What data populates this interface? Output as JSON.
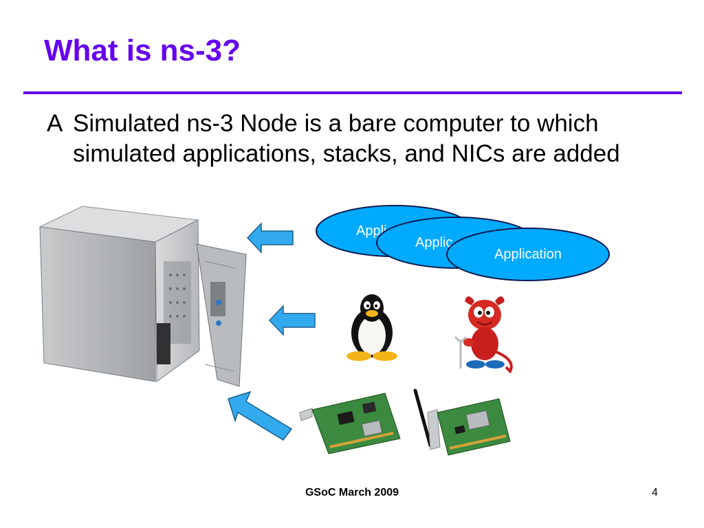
{
  "slide": {
    "title": "What is ns-3?",
    "bullet_marker": "A",
    "bullet_text": "Simulated ns-3 Node is a bare computer to which simulated applications, stacks, and NICs are added",
    "footer": "GSoC March 2009",
    "page_number": "4"
  },
  "diagram": {
    "applications": [
      {
        "label": "Appli"
      },
      {
        "label": "Applic"
      },
      {
        "label": "Application"
      }
    ],
    "icons": [
      "computer-case-icon",
      "linux-penguin-icon",
      "bsd-daemon-icon",
      "wired-nic-icon",
      "wireless-nic-icon",
      "arrow-icon"
    ]
  },
  "colors": {
    "title": "#6600ee",
    "rule": "#6600ee",
    "app_fill": "#00aaff",
    "arrow_fill": "#33aaee"
  }
}
